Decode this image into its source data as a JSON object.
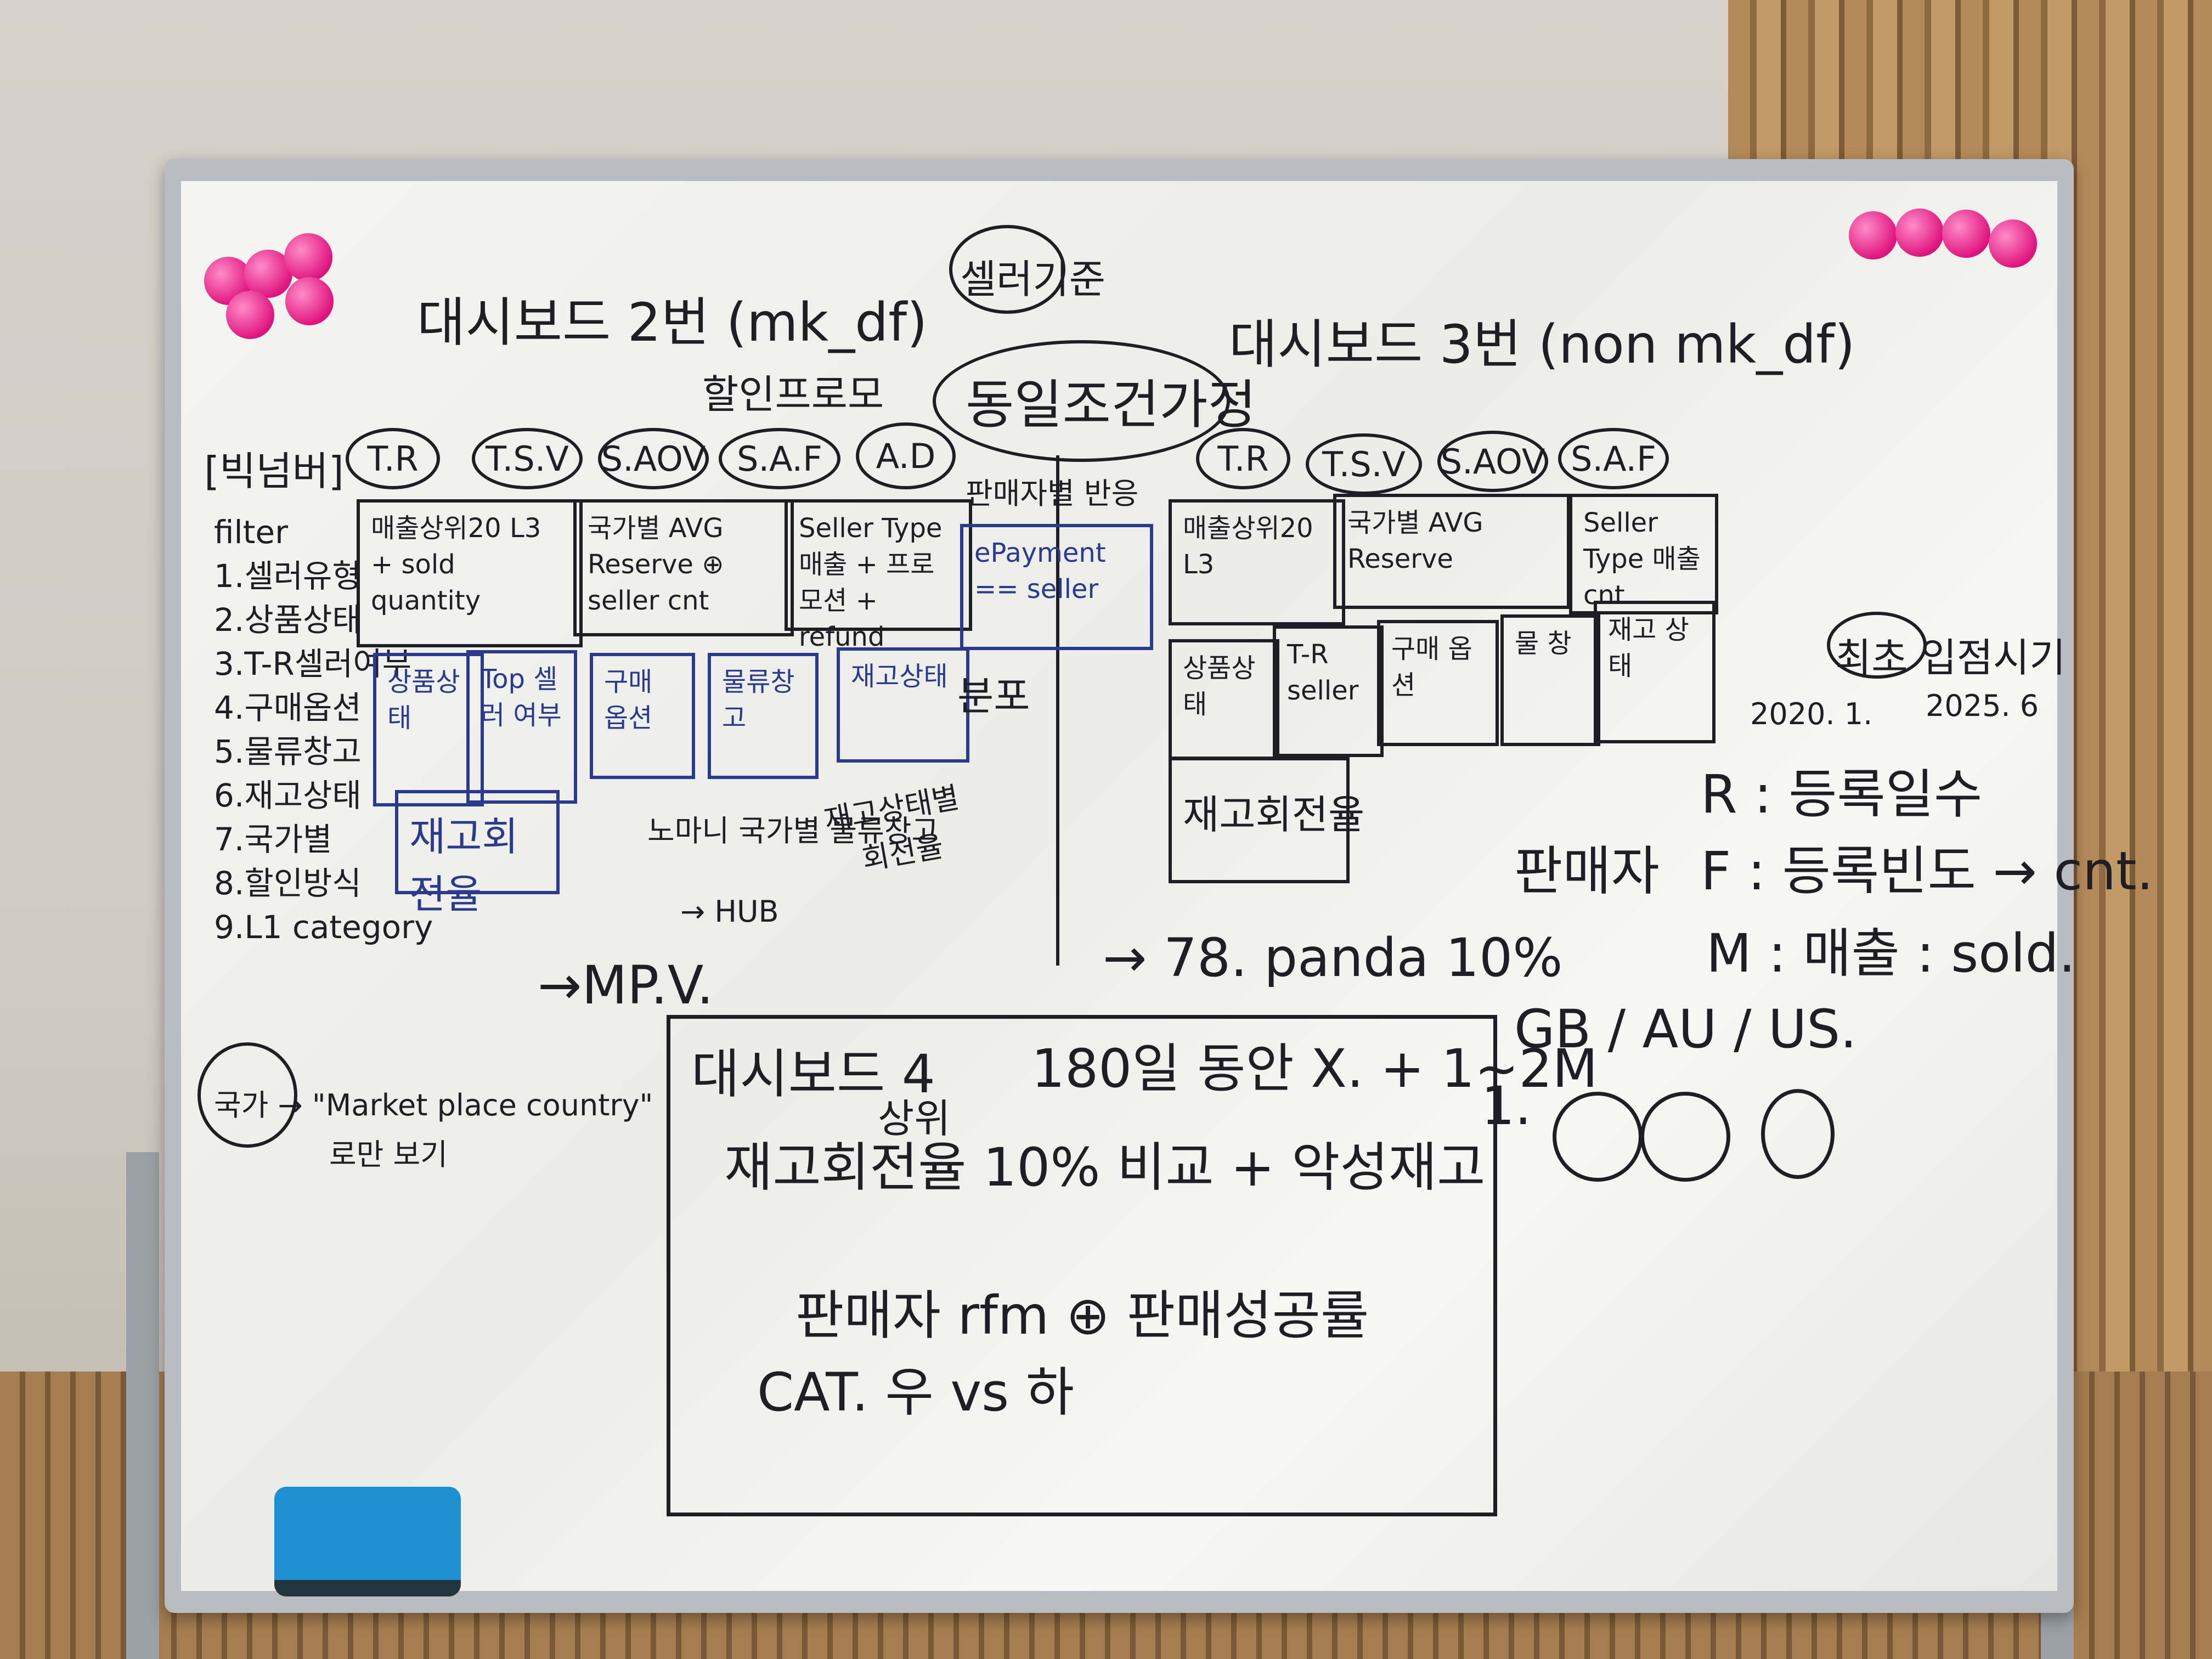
{
  "board": {
    "dashboard2_title": "대시보드 2번 (mk_df)",
    "dashboard3_title": "대시보드 3번 (non mk_df)",
    "seller_basis": "셀러기준",
    "same_condition": "동일조건가정",
    "discount_promo": "할인프로모",
    "big_number": "[빅넘버]",
    "filter": {
      "label": "filter",
      "items": [
        "1.셀러유형",
        "2.상품상태",
        "3.T-R셀러여부",
        "4.구매옵션",
        "5.물류창고",
        "6.재고상태",
        "7.국가별",
        "8.할인방식",
        "9.L1 category"
      ]
    },
    "kpi_left": [
      "T.R",
      "T.S.V",
      "S.AOV",
      "S.A.F",
      "A.D"
    ],
    "kpi_right": [
      "T.R",
      "T.S.V",
      "S.AOV",
      "S.A.F"
    ],
    "left_cards": [
      "매출상위20 L3 + sold quantity",
      "국가별 AVG Reserve ⊕ seller cnt",
      "Seller Type 매출 + 프로모션 + refund"
    ],
    "left_small": [
      "상품상태",
      "Top 셀러 여부",
      "구매 옵션",
      "물류창고",
      "재고상태"
    ],
    "left_turnover": "재고회전율",
    "bundle": "분포",
    "ad_note": "판매자별 반응",
    "ad_blue": "ePayment == seller",
    "hub_lines": [
      "노마니 국가별 물류창고",
      "→ HUB"
    ],
    "stock_note": [
      "재고상태별",
      "회전율"
    ],
    "mpv": "→MP.V.",
    "right_cards": [
      "매출상위20 L3",
      "국가별 AVG Reserve",
      "Seller Type 매출 cnt"
    ],
    "right_small": [
      "상품상태",
      "T-R seller",
      "구매 옵션",
      "물 창",
      "재고 상태"
    ],
    "right_turnover": "재고회전율",
    "panda": "→ 78. panda 10%",
    "rfm": {
      "seller": "판매자",
      "r": "R : 등록일수",
      "f": "F : 등록빈도 → cnt.",
      "m": "M : 매출 : sold."
    },
    "entry_note": "최초 입점시기",
    "dates": [
      "2020. 1.",
      "2025. 6"
    ],
    "country_codes": "GB / AU / US.",
    "circles_label": "1.",
    "country_note": [
      "국가 → \"Market place country\"",
      "로만 보기"
    ],
    "dashboard4": {
      "title": "대시보드 4",
      "period": "180일 동안 X. + 1~2M",
      "top": "상위",
      "line1": "재고회전율 10% 비교 + 악성재고",
      "line2": "판매자 rfm ⊕ 판매성공률",
      "line3": "CAT. 우 vs 하"
    }
  },
  "colors": {
    "ink": "#1e1e24",
    "blue_marker": "#2a3a8c",
    "magnet": "#e0157f",
    "eraser": "#1f8fd1"
  }
}
